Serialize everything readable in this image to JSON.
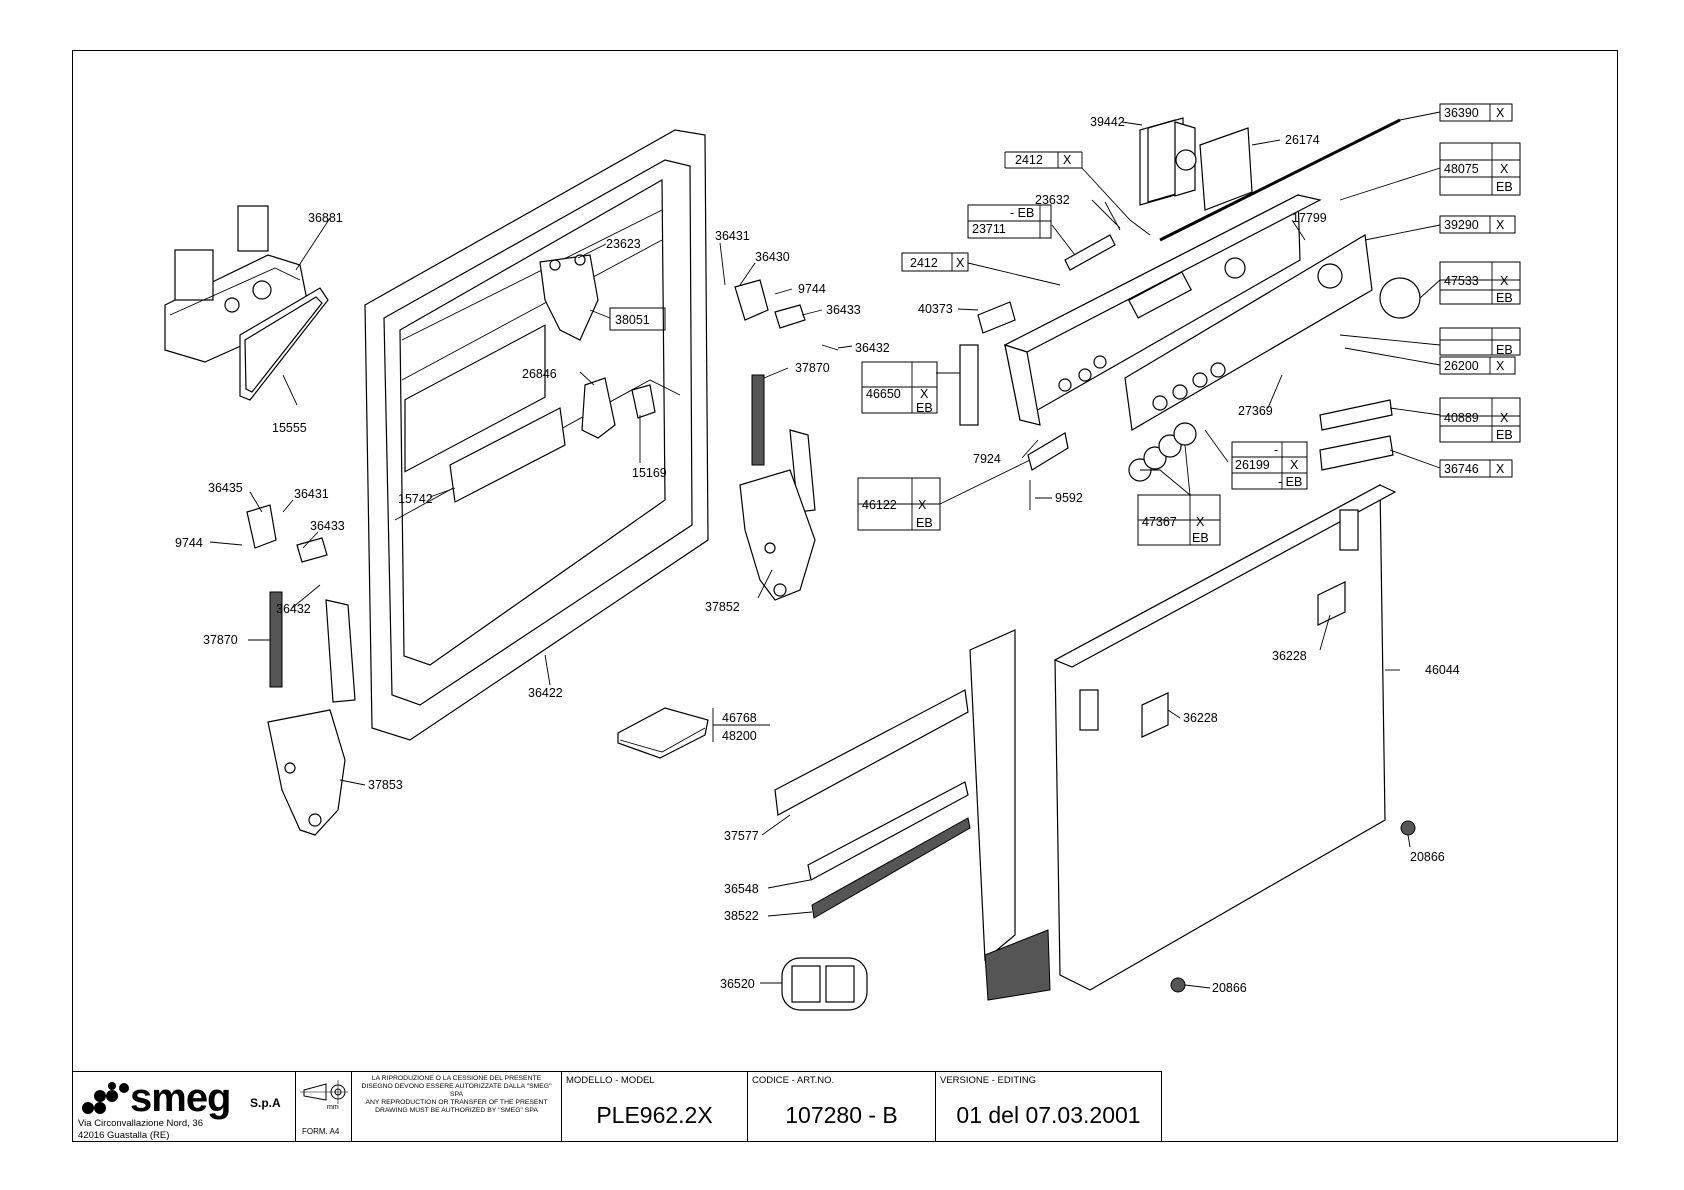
{
  "labels": {
    "l36881": "36881",
    "l15555": "15555",
    "l23623": "23623",
    "l38051": "38051",
    "l26846": "26846",
    "l15169": "15169",
    "l15742": "15742",
    "l36422": "36422",
    "l36431a": "36431",
    "l36430": "36430",
    "l9744a": "9744",
    "l36433a": "36433",
    "l36432a": "36432",
    "l37870a": "37870",
    "l37852": "37852",
    "l36435": "36435",
    "l36431b": "36431",
    "l9744b": "9744",
    "l36433b": "36433",
    "l36432b": "36432",
    "l37870b": "37870",
    "l37853": "37853",
    "l46768": "46768",
    "l48200": "48200",
    "l39442": "39442",
    "l26174": "26174",
    "l2412a": "2412",
    "l2412aX": "X",
    "l23632": "23632",
    "lEBa": "- EB",
    "l23711": "23711",
    "l17799": "17799",
    "l2412b": "2412",
    "l2412bX": "X",
    "l40373": "40373",
    "l46650": "46650",
    "l46650X": "X",
    "l46650EB": "EB",
    "l7924": "7924",
    "l46122": "46122",
    "l46122X": "X",
    "l46122EB": "EB",
    "l9592": "9592",
    "l27369": "27369",
    "l26199": "26199",
    "l26199dash": "-",
    "l26199X": "X",
    "l26199EB": "- EB",
    "l47367": "47367",
    "l47367X": "X",
    "l47367EB": "EB",
    "l36390": "36390",
    "l36390X": "X",
    "l48075": "48075",
    "l48075X": "X",
    "l48075EB": "EB",
    "l39290": "39290",
    "l39290X": "X",
    "l47533": "47533",
    "l47533X": "X",
    "l47533EB": "EB",
    "lEBb": "EB",
    "l26200": "26200",
    "l26200X": "X",
    "l40889": "40889",
    "l40889X": "X",
    "l40889EB": "EB",
    "l36746": "36746",
    "l36746X": "X",
    "l36228a": "36228",
    "l36228b": "36228",
    "l46044": "46044",
    "l37577": "37577",
    "l36548": "36548",
    "l38522": "38522",
    "l36520": "36520",
    "l20866a": "20866",
    "l20866b": "20866"
  },
  "titleblock": {
    "logo": "smeg",
    "logo_suffix": "S.p.A",
    "address_line1": "Via Circonvallazione Nord, 36",
    "address_line2": "42016  Guastalla (RE)",
    "format": "FORM. A4",
    "notice_it": "LA RIPRODUZIONE O LA CESSIONE DEL PRESENTE DISEGNO DEVONO ESSERE AUTORIZZATE DALLA \"SMEG\" SPA",
    "notice_en": "ANY REPRODUCTION OR TRANSFER OF THE PRESENT DRAWING MUST BE AUTHORIZED BY \"SMEG\" SPA",
    "model_label": "MODELLO - MODEL",
    "model_value": "PLE962.2X",
    "code_label": "CODICE - ART.NO.",
    "code_value": "107280 - B",
    "version_label": "VERSIONE - EDITING",
    "version_value": "01 del 07.03.2001"
  }
}
